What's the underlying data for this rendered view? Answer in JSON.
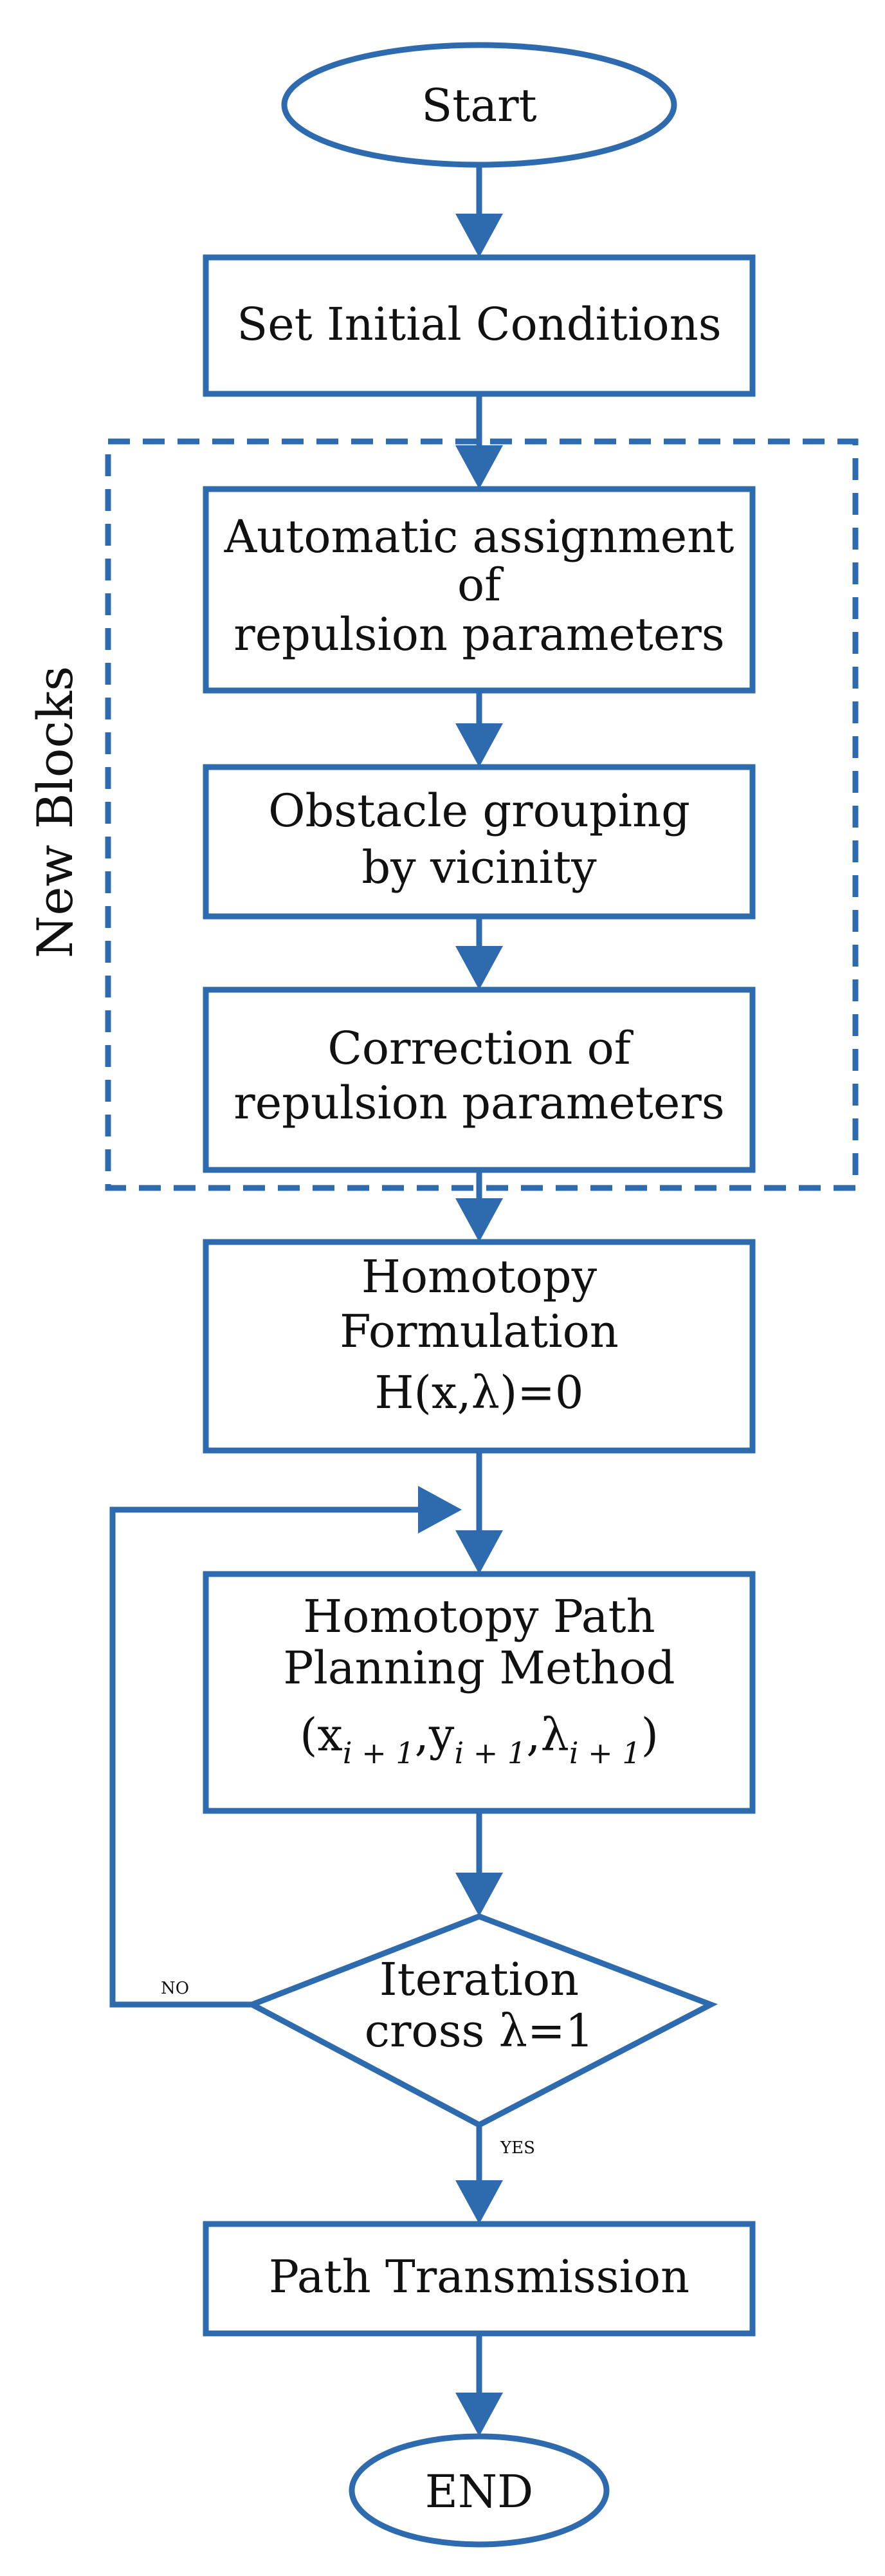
{
  "colors": {
    "stroke": "#2E6AAE",
    "text": "#111111",
    "background": "#ffffff"
  },
  "nodes": {
    "start": "Start",
    "initial": "Set Initial Conditions",
    "auto_assign": [
      "Automatic assignment",
      "of",
      "repulsion parameters"
    ],
    "grouping": [
      "Obstacle grouping",
      "by vicinity"
    ],
    "correction": [
      "Correction of",
      "repulsion parameters"
    ],
    "homotopy": [
      "Homotopy",
      "Formulation",
      "H(x,λ)=0"
    ],
    "hppm": [
      "Homotopy Path",
      "Planning Method"
    ],
    "hppm_formula": {
      "open": "(",
      "x": "x",
      "y": "y",
      "lambda": "λ",
      "sub": "i + 1",
      "comma": ",",
      "close": ")"
    },
    "decision": [
      "Iteration",
      "cross λ=1"
    ],
    "transmission": "Path Transmission",
    "end": "END"
  },
  "group_label": "New Blocks",
  "edge_labels": {
    "no": "NO",
    "yes": "YES"
  }
}
